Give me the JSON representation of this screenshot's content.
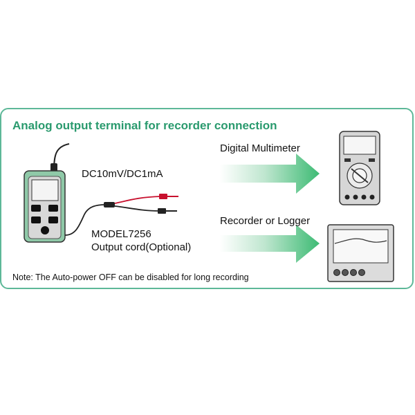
{
  "title": "Analog output terminal for recorder connection",
  "output_spec": "DC10mV/DC1mA",
  "cord": {
    "model": "MODEL7256",
    "description": "Output cord(Optional)"
  },
  "targets": [
    {
      "label": "Digital Multimeter",
      "icon": "multimeter-icon"
    },
    {
      "label": "Recorder or Logger",
      "icon": "recorder-icon"
    }
  ],
  "note": "Note: The Auto-power OFF can be disabled for long recording",
  "colors": {
    "accent": "#2a9a6e",
    "border": "#5db898",
    "device_body": "#8fc9a8",
    "lead_red": "#c8102e"
  }
}
